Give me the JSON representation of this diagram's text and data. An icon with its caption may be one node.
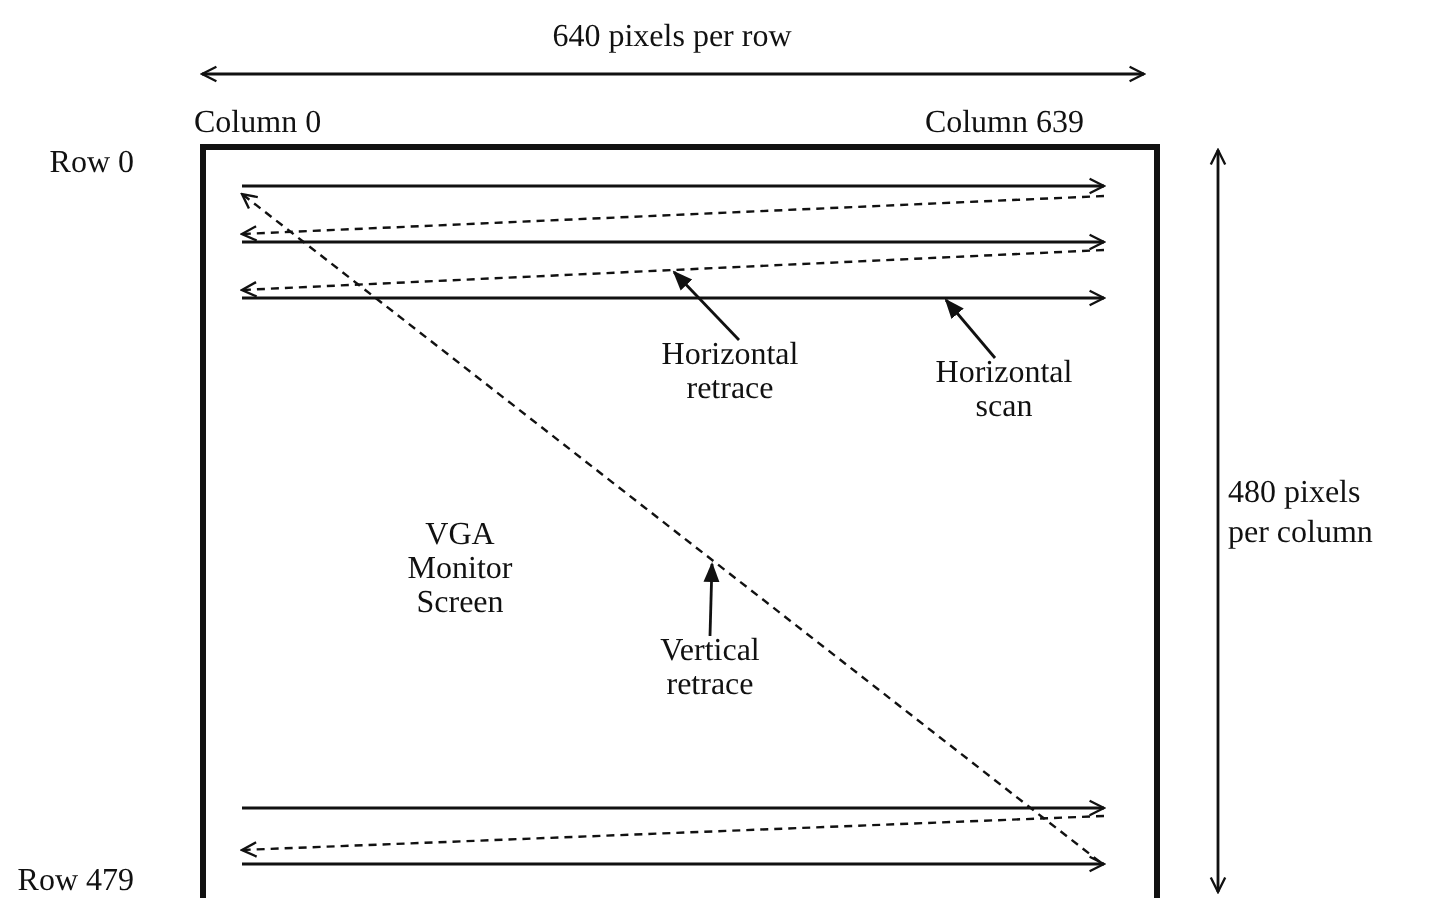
{
  "diagram": {
    "nodes": [
      {
        "text": [
          "VGA Monitor Screen"
        ]
      },
      {
        "text": [
          "Horizontal retrace"
        ],
        "in": 0
      },
      {
        "text": [
          "Horizontal scan"
        ],
        "in": 0
      },
      {
        "text": [
          "Vertical retrace"
        ],
        "in": 0
      }
    ],
    "edges": [
      {
        "from": 1,
        "to": null,
        "arrow": "to"
      },
      {
        "from": 2,
        "to": null,
        "arrow": "to"
      },
      {
        "from": 3,
        "to": null,
        "arrow": "to"
      }
    ],
    "labels": [
      "640 pixels per row",
      "Column 0",
      "Column 639",
      "Row 0",
      "480 pixels per column",
      "Row 479"
    ]
  }
}
